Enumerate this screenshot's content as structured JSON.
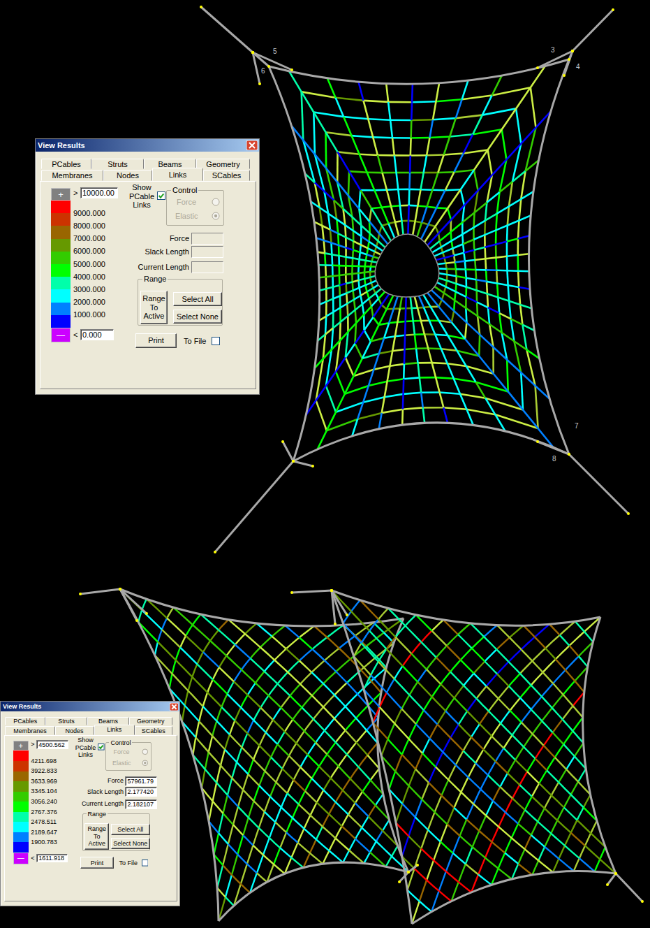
{
  "diagram": {
    "nodes": [
      {
        "text": [
          "View Results"
        ]
      },
      {
        "text": [
          "PCables"
        ],
        "in": 0
      },
      {
        "text": [
          "Struts"
        ],
        "in": 0
      },
      {
        "text": [
          "Beams"
        ],
        "in": 0
      },
      {
        "text": [
          "Geometry"
        ],
        "in": 0
      },
      {
        "text": [
          "Membranes"
        ],
        "in": 0
      },
      {
        "text": [
          "Nodes"
        ],
        "in": 0
      },
      {
        "text": [
          "Links"
        ],
        "in": 0
      },
      {
        "text": [
          "SCables"
        ],
        "in": 0
      },
      {
        "text": [
          "10000.00"
        ],
        "in": 0
      },
      {
        "text": [
          "0.000"
        ],
        "in": 0
      },
      {
        "text": [
          "Control"
        ],
        "in": 0
      },
      {
        "text": [
          "Range"
        ],
        "in": 0
      },
      {
        "text": [
          "Range To Active"
        ],
        "in": 12
      },
      {
        "text": [
          "Select All"
        ],
        "in": 12
      },
      {
        "text": [
          "Select None"
        ],
        "in": 12
      },
      {
        "text": [
          "Print"
        ],
        "in": 0
      },
      {
        "text": [
          "View Results"
        ]
      },
      {
        "text": [
          "PCables"
        ],
        "in": 17
      },
      {
        "text": [
          "Struts"
        ],
        "in": 17
      },
      {
        "text": [
          "Beams"
        ],
        "in": 17
      },
      {
        "text": [
          "Geometry"
        ],
        "in": 17
      },
      {
        "text": [
          "Membranes"
        ],
        "in": 17
      },
      {
        "text": [
          "Nodes"
        ],
        "in": 17
      },
      {
        "text": [
          "Links"
        ],
        "in": 17
      },
      {
        "text": [
          "SCables"
        ],
        "in": 17
      },
      {
        "text": [
          "4500.562"
        ],
        "in": 17
      },
      {
        "text": [
          "1611.918"
        ],
        "in": 17
      },
      {
        "text": [
          "Control"
        ],
        "in": 17
      },
      {
        "text": [
          "57961.79"
        ],
        "in": 17
      },
      {
        "text": [
          "2.177420"
        ],
        "in": 17
      },
      {
        "text": [
          "2.182107"
        ],
        "in": 17
      },
      {
        "text": [
          "Range"
        ],
        "in": 17
      },
      {
        "text": [
          "Range To Active"
        ],
        "in": 32
      },
      {
        "text": [
          "Select All"
        ],
        "in": 32
      },
      {
        "text": [
          "Select None"
        ],
        "in": 32
      },
      {
        "text": [
          "Print"
        ],
        "in": 17
      }
    ],
    "labels": [
      "5",
      "6",
      "3",
      "4",
      "7",
      "8",
      ">",
      "<",
      "Show PCable Links",
      "Force",
      "Elastic",
      "Force",
      "Slack Length",
      "Current Length",
      "To File",
      ">",
      "<",
      "Show PCable Links",
      "Force",
      "Elastic",
      "Force",
      "Slack Length",
      "Current Length",
      "To File"
    ],
    "legend": [
      {
        "text": "+",
        "color": "#808080"
      },
      {
        "text": "9000.000",
        "color": "#cc3300"
      },
      {
        "text": "8000.000",
        "color": "#996600"
      },
      {
        "text": "7000.000",
        "color": "#669900"
      },
      {
        "text": "6000.000",
        "color": "#33cc00"
      },
      {
        "text": "5000.000",
        "color": "#00ff00"
      },
      {
        "text": "4000.000",
        "color": "#00ffaa"
      },
      {
        "text": "3000.000",
        "color": "#00ffff"
      },
      {
        "text": "2000.000",
        "color": "#0080ff"
      },
      {
        "text": "1000.000",
        "color": "#0000ff"
      },
      {
        "text": "—",
        "color": "#cc00ff"
      },
      {
        "text": "+",
        "color": "#808080"
      },
      {
        "text": "4211.698",
        "color": "#cc3300"
      },
      {
        "text": "3922.833",
        "color": "#996600"
      },
      {
        "text": "3633.969",
        "color": "#669900"
      },
      {
        "text": "3345.104",
        "color": "#33cc00"
      },
      {
        "text": "3056.240",
        "color": "#00ff00"
      },
      {
        "text": "2767.376",
        "color": "#00ffaa"
      },
      {
        "text": "2478.511",
        "color": "#00ffff"
      },
      {
        "text": "2189.647",
        "color": "#0080ff"
      },
      {
        "text": "1900.783",
        "color": "#0000ff"
      },
      {
        "text": "—",
        "color": "#cc00ff"
      }
    ]
  }
}
